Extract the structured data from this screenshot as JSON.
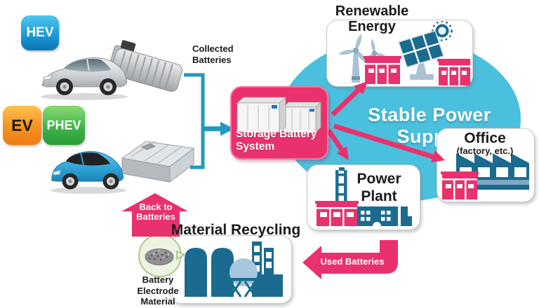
{
  "badges": {
    "hev": "HEV",
    "ev": "EV",
    "phev": "PHEV"
  },
  "collected": {
    "label": "Collected\nBatteries"
  },
  "storage": {
    "label": "Storage Battery\nSystem"
  },
  "supply": {
    "label": "Stable Power Supply"
  },
  "renewable": {
    "title": "Renewable\nEnergy"
  },
  "office": {
    "title": "Office",
    "subtitle": "(factory, etc.)"
  },
  "power_plant": {
    "title": "Power\nPlant"
  },
  "recycling": {
    "title": "Material Recycling"
  },
  "flows": {
    "used_batteries": "Used Batteries",
    "back_to_batteries": "Back to\nBatteries"
  },
  "electrode": {
    "label": "Battery\nElectrode\nMaterial"
  },
  "colors": {
    "pink": "#e9316d",
    "cyan": "#4ac0de",
    "teal": "#2299bd",
    "dark_blue": "#1a6b8f",
    "steel": "#a9c2d4",
    "hev_blue": "#1e9bd7",
    "ev_orange": "#f6921e",
    "phev_green": "#3eb54a"
  }
}
